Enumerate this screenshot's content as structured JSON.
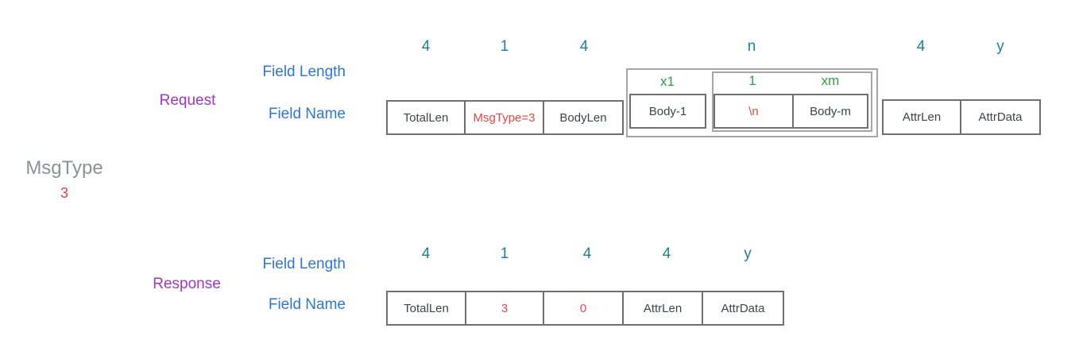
{
  "colors": {
    "teal_length": "#1f7f99",
    "blue_label": "#2e76d6",
    "purple_section": "#a136c0",
    "green_repeat": "#2aa33f",
    "red_value": "#ee4440",
    "gray_title": "#8c9197",
    "cell_border": "#6f6f6f",
    "group_border": "#a6a6a6",
    "cell_text": "#3f4449"
  },
  "title_block": {
    "label": "MsgType",
    "value": "3"
  },
  "request": {
    "section_label": "Request",
    "field_length_label": "Field Length",
    "field_name_label": "Field Name",
    "lengths": [
      "4",
      "1",
      "4",
      "n",
      "4",
      "y"
    ],
    "cells": {
      "totallen": "TotalLen",
      "msgtype": "MsgType=3",
      "bodylen": "BodyLen",
      "attrlen": "AttrLen",
      "attrdata": "AttrData"
    },
    "body_group": {
      "count_label": "x1",
      "body_first": "Body-1",
      "repeat_group": {
        "sep_length_label": "1",
        "count_label": "xm",
        "separator": "\\n",
        "body_last": "Body-m"
      }
    }
  },
  "response": {
    "section_label": "Response",
    "field_length_label": "Field Length",
    "field_name_label": "Field Name",
    "lengths": [
      "4",
      "1",
      "4",
      "4",
      "y"
    ],
    "cells": {
      "totallen": "TotalLen",
      "msgtype": "3",
      "bodylen": "0",
      "attrlen": "AttrLen",
      "attrdata": "AttrData"
    }
  }
}
